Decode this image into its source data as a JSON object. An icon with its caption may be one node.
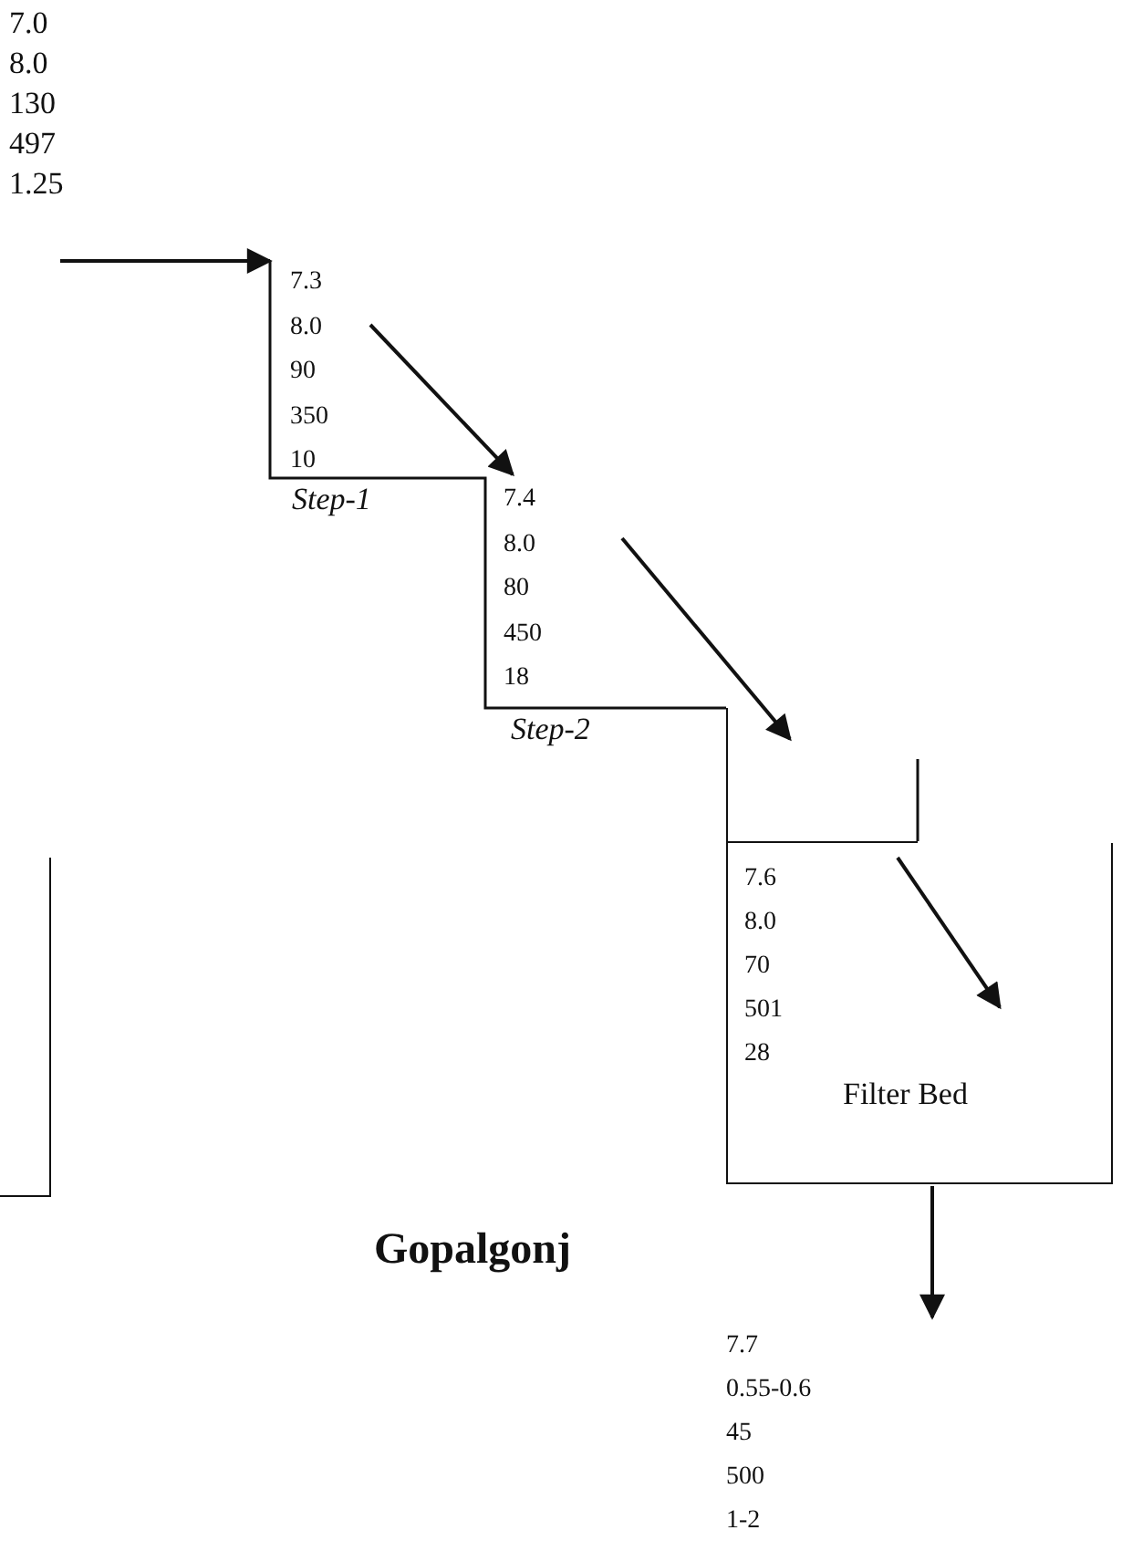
{
  "diagram": {
    "title": "Gopalgonj",
    "nodes": [
      {
        "text": [
          "7.0",
          "8.0",
          "130",
          "497",
          "1.25"
        ]
      },
      {
        "text": [
          "7.3",
          "8.0",
          "90",
          "350",
          "10"
        ],
        "beside": [
          "Step-1"
        ]
      },
      {
        "text": [
          "7.4",
          "8.0",
          "80",
          "450",
          "18"
        ],
        "beside": [
          "Step-2"
        ]
      },
      {
        "text": [],
        "shape": "box"
      },
      {
        "text": [],
        "shape": "box"
      },
      {
        "text": [
          "7.6",
          "8.0",
          "70",
          "501",
          "28",
          "Filter Bed"
        ]
      },
      {
        "text": [
          "7.7",
          "0.55-0.6",
          "45",
          "500",
          "1-2"
        ]
      }
    ],
    "edges": [
      {
        "from": 0,
        "to": 1,
        "arrow": "to"
      },
      {
        "from": 1,
        "to": 2,
        "arrow": "to"
      },
      {
        "from": 2,
        "to": 3,
        "arrow": "to"
      },
      {
        "from": 3,
        "to": 5,
        "arrow": "to"
      },
      {
        "from": 5,
        "to": 6,
        "arrow": "to"
      }
    ]
  }
}
